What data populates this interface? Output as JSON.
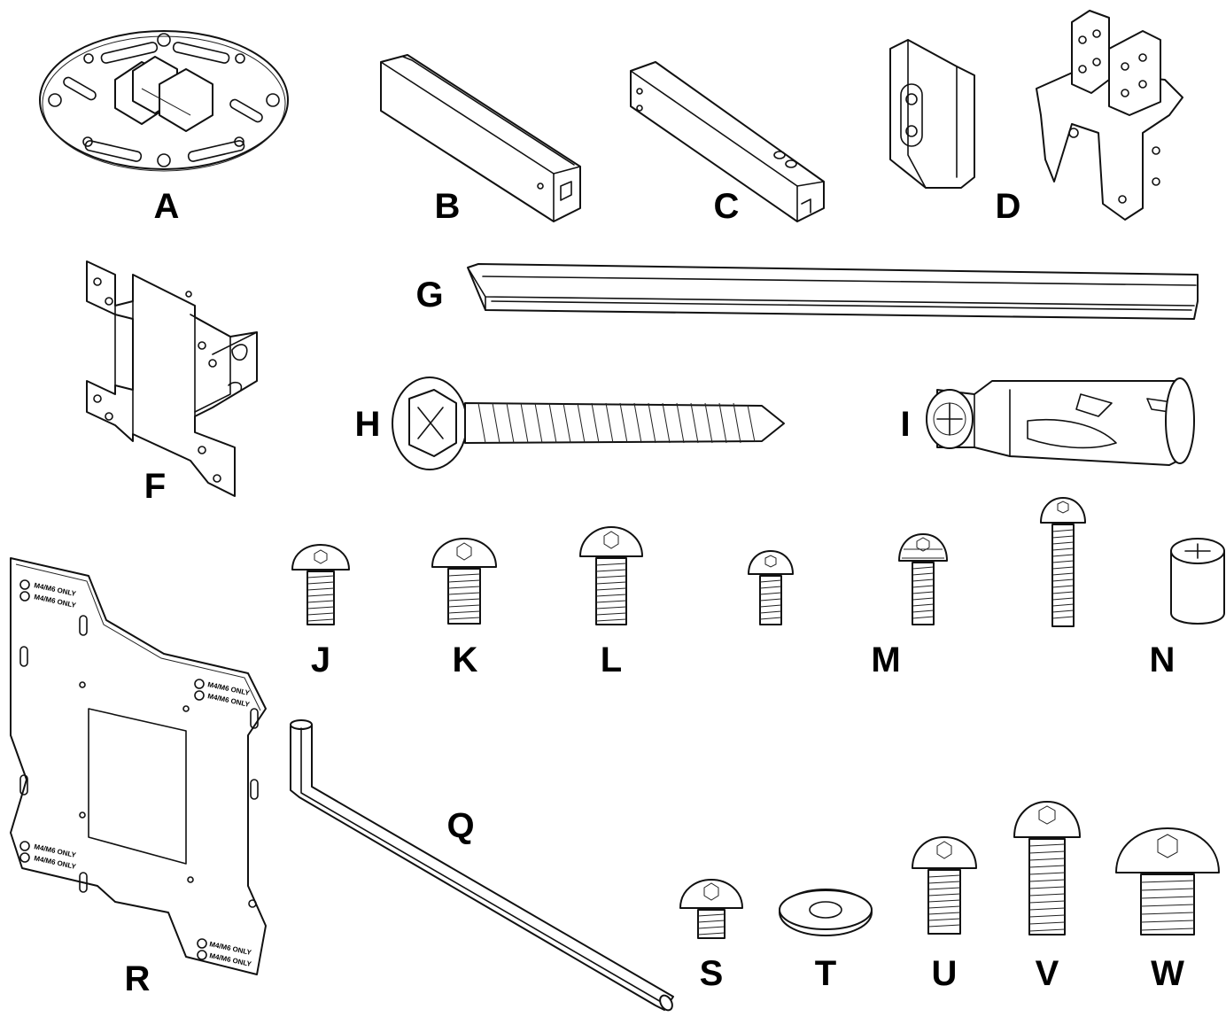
{
  "parts": [
    {
      "id": "A",
      "label": "A",
      "name": "ceiling-plate"
    },
    {
      "id": "B",
      "label": "B",
      "name": "outer-extension-column"
    },
    {
      "id": "C",
      "label": "C",
      "name": "inner-extension-column"
    },
    {
      "id": "D",
      "label": "D",
      "name": "column-clamp-and-tilt-bracket"
    },
    {
      "id": "F",
      "label": "F",
      "name": "adapter-bracket"
    },
    {
      "id": "G",
      "label": "G",
      "name": "rail"
    },
    {
      "id": "H",
      "label": "H",
      "name": "lag-bolt"
    },
    {
      "id": "I",
      "label": "I",
      "name": "toggle-anchor"
    },
    {
      "id": "J",
      "label": "J",
      "name": "screw"
    },
    {
      "id": "K",
      "label": "K",
      "name": "screw"
    },
    {
      "id": "L",
      "label": "L",
      "name": "screw"
    },
    {
      "id": "M",
      "label": "M",
      "name": "screws"
    },
    {
      "id": "N",
      "label": "N",
      "name": "spacer"
    },
    {
      "id": "Q",
      "label": "Q",
      "name": "hex-key"
    },
    {
      "id": "R",
      "label": "R",
      "name": "vesa-plate"
    },
    {
      "id": "S",
      "label": "S",
      "name": "screw"
    },
    {
      "id": "T",
      "label": "T",
      "name": "washer"
    },
    {
      "id": "U",
      "label": "U",
      "name": "screw"
    },
    {
      "id": "V",
      "label": "V",
      "name": "screw"
    },
    {
      "id": "W",
      "label": "W",
      "name": "screw"
    }
  ],
  "plate_text": {
    "line1": "M4/M6 ONLY",
    "line2": "M4/M6 ONLY"
  },
  "colors": {
    "line": "#111111",
    "background": "#ffffff"
  }
}
